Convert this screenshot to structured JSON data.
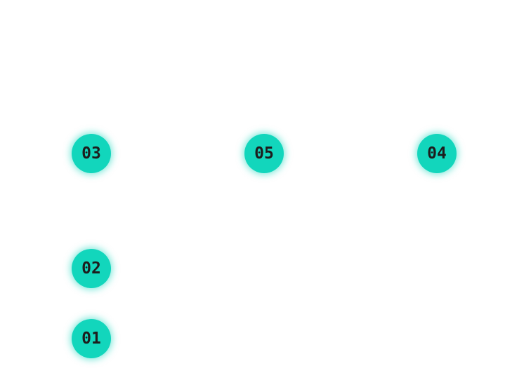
{
  "theme": {
    "marker_color": "#12d6bc",
    "label_color": "#1d1d1d",
    "background": "#ffffff"
  },
  "markers": [
    {
      "label": "03"
    },
    {
      "label": "05"
    },
    {
      "label": "04"
    },
    {
      "label": "02"
    },
    {
      "label": "01"
    }
  ]
}
